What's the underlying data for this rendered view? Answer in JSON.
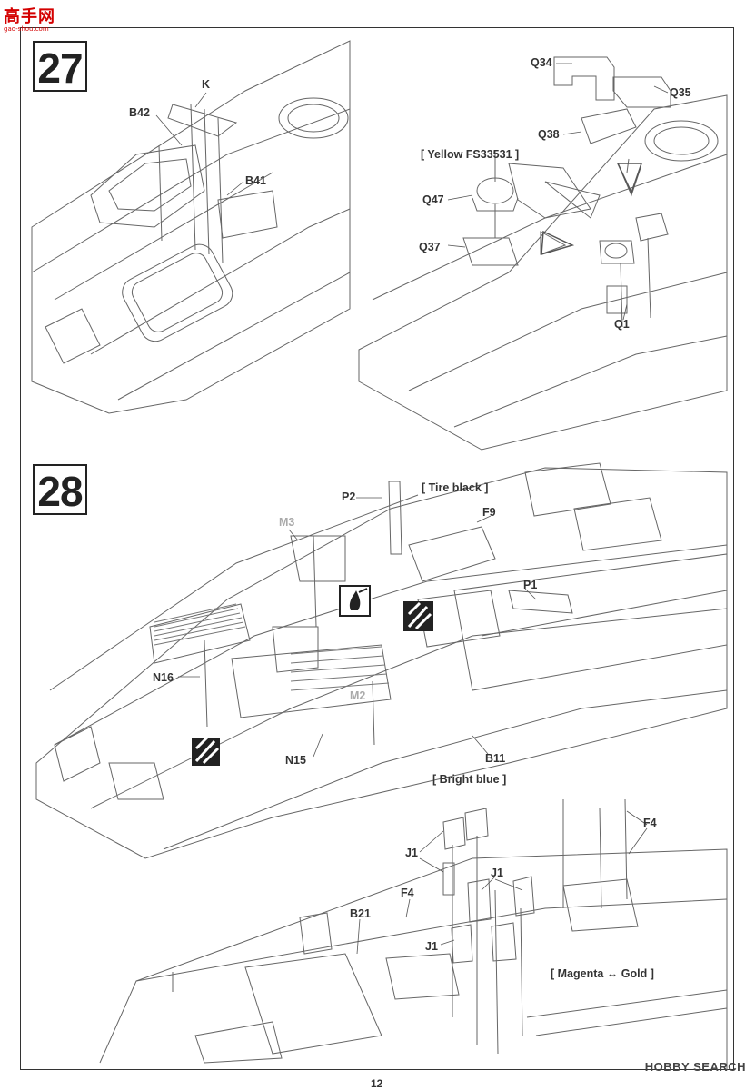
{
  "watermark": {
    "logo_text": "高手网",
    "url": "gao-shou.com",
    "right_text": "HOBBY SEARCH"
  },
  "page_number": "12",
  "steps": [
    {
      "number": "27",
      "parts": {
        "k": "K",
        "b42": "B42",
        "b41": "B41",
        "q34": "Q34",
        "q35": "Q35",
        "q38": "Q38",
        "q47": "Q47",
        "q37": "Q37",
        "q1": "Q1"
      },
      "paint": {
        "yellow": "[ Yellow FS33531 ]"
      }
    },
    {
      "number": "28",
      "parts": {
        "p2": "P2",
        "f9": "F9",
        "m3": "M3",
        "p1": "P1",
        "n16": "N16",
        "m2": "M2",
        "n15": "N15",
        "b11": "B11",
        "j1a": "J1",
        "j1b": "J1",
        "j1c": "J1",
        "f4a": "F4",
        "f4b": "F4",
        "b21": "B21"
      },
      "paint": {
        "tire_black": "[ Tire black ]",
        "bright_blue": "[ Bright blue ]",
        "magenta_gold": "[ Magenta ↔ Gold ]"
      }
    }
  ],
  "colors": {
    "line": "#555555",
    "watermark_red": "#d40000"
  }
}
